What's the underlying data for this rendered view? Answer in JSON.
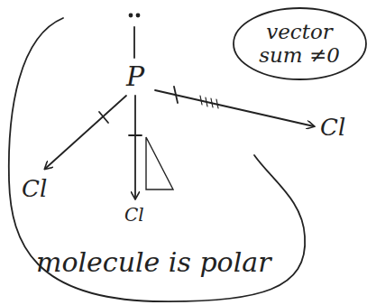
{
  "diagram": {
    "nodes": [
      {
        "text": [
          "vector sum ≠0"
        ]
      }
    ],
    "labels": [
      "P",
      "Cl",
      "Cl",
      "Cl",
      "molecule is polar"
    ]
  }
}
